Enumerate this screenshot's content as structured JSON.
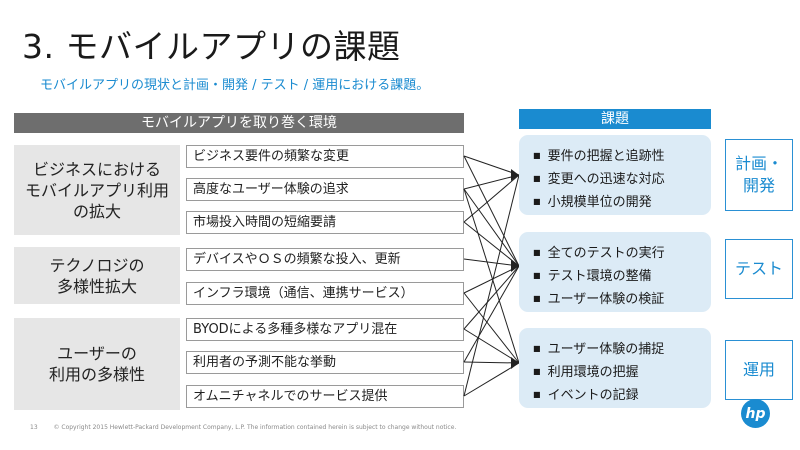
{
  "slide": {
    "title": "3. モバイルアプリの課題",
    "subtitle": "モバイルアプリの現状と計画・開発 / テスト / 運用における課題。",
    "env_header": "モバイルアプリを取り巻く環境",
    "issue_header": "課題",
    "categories": [
      {
        "lines": [
          "ビジネスにおける",
          "モバイルアプリ利用",
          "の拡大"
        ]
      },
      {
        "lines": [
          "テクノロジの",
          "多様性拡大"
        ]
      },
      {
        "lines": [
          "ユーザーの",
          "利用の多様性"
        ]
      }
    ],
    "environments": [
      "ビジネス要件の頻繁な変更",
      "高度なユーザー体験の追求",
      "市場投入時間の短縮要請",
      "デバイスやＯＳの頻繁な投入、更新",
      "インフラ環境（通信、連携サービス）",
      "BYODによる多種多様なアプリ混在",
      "利用者の予測不能な挙動",
      "オムニチャネルでのサービス提供"
    ],
    "issue_groups": [
      {
        "items": [
          "要件の把握と追跡性",
          "変更への迅速な対応",
          "小規模単位の開発"
        ]
      },
      {
        "items": [
          "全てのテストの実行",
          "テスト環境の整備",
          "ユーザー体験の検証"
        ]
      },
      {
        "items": [
          "ユーザー体験の捕捉",
          "利用環境の把握",
          "イベントの記録"
        ]
      }
    ],
    "phases": [
      {
        "lines": [
          "計画・",
          "開発"
        ]
      },
      {
        "lines": [
          "テスト"
        ]
      },
      {
        "lines": [
          "運用"
        ]
      }
    ],
    "footer": {
      "page_number": "13",
      "copyright": "© Copyright 2015 Hewlett-Packard Development Company, L.P. The information contained herein is subject to change without notice."
    },
    "logo_text": "hp",
    "colors": {
      "accent": "#1a8bd0",
      "header_gray": "#6e6e6e",
      "category_bg": "#e6e6e6",
      "issue_bg": "#dcebf6"
    }
  }
}
